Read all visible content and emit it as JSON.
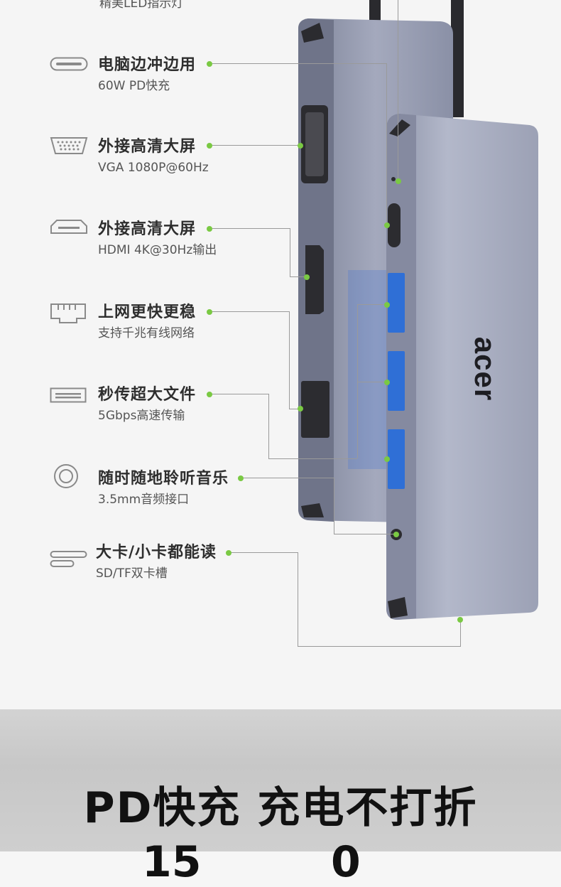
{
  "top_cut_label": "精美LED指示灯",
  "features": [
    {
      "title": "电脑边冲边用",
      "subtitle": "60W PD快充",
      "icon": "usb-c-port-icon"
    },
    {
      "title": "外接高清大屏",
      "subtitle": "VGA 1080P@60Hz",
      "icon": "vga-port-icon"
    },
    {
      "title": "外接高清大屏",
      "subtitle": "HDMI 4K@30Hz输出",
      "icon": "hdmi-port-icon"
    },
    {
      "title": "上网更快更稳",
      "subtitle": "支持千兆有线网络",
      "icon": "ethernet-port-icon"
    },
    {
      "title": "秒传超大文件",
      "subtitle": "5Gbps高速传输",
      "icon": "usb-a-port-icon"
    },
    {
      "title": "随时随地聆听音乐",
      "subtitle": "3.5mm音频接口",
      "icon": "audio-jack-icon"
    },
    {
      "title": "大卡/小卡都能读",
      "subtitle": "SD/TF双卡槽",
      "icon": "card-slot-icon"
    }
  ],
  "brand_logo": "acer",
  "headline": "PD快充 充电不打折",
  "bottom_partial_left": "15",
  "bottom_partial_right": "0",
  "colors": {
    "accent_dot": "#7ac943",
    "leader_line": "#9a9a9a",
    "hub_body": "#9aa0b4",
    "usb_blue": "#2f6fd6"
  }
}
